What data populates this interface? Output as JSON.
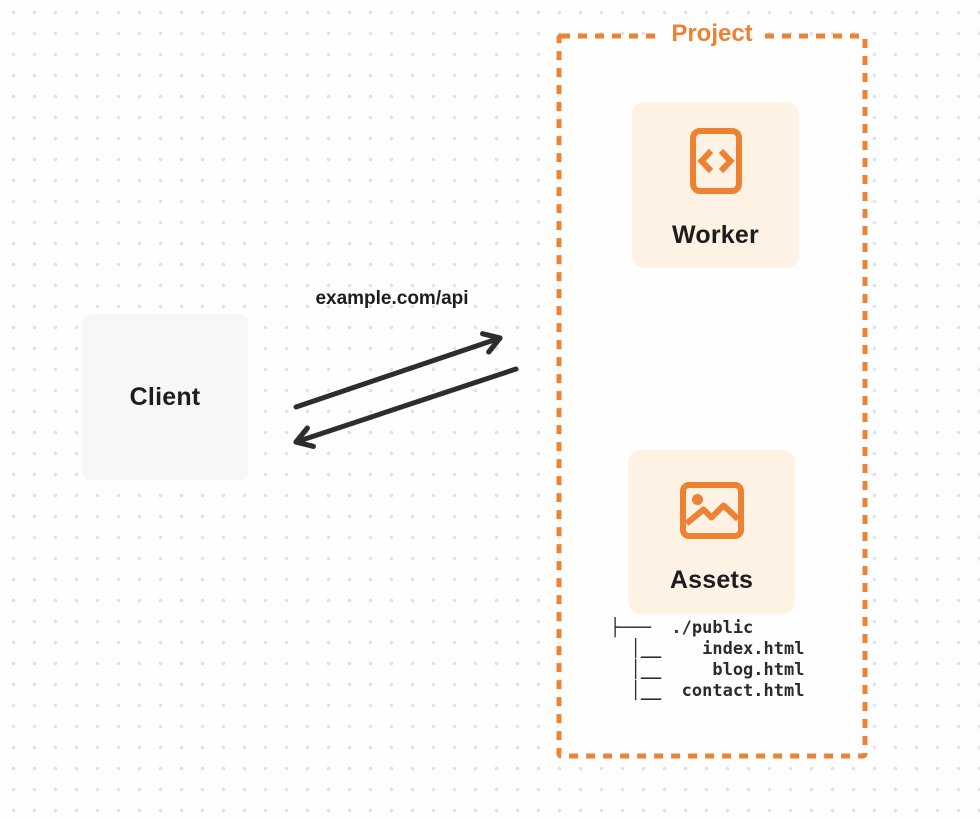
{
  "client": {
    "label": "Client"
  },
  "request": {
    "label": "example.com/api"
  },
  "project": {
    "label": "Project",
    "worker": {
      "label": "Worker",
      "icon": "code-file-icon"
    },
    "assets": {
      "label": "Assets",
      "icon": "image-icon"
    },
    "file_tree": {
      "root": "./public",
      "files": [
        "index.html",
        "blog.html",
        "contact.html"
      ],
      "lines": [
        "├───  ./public",
        "  │__    index.html",
        "  │__     blog.html",
        "  │__  contact.html"
      ]
    }
  },
  "colors": {
    "accent_orange": "#EE8233",
    "card_cream": "#FDF2E3",
    "client_gray": "#F7F7F9",
    "arrow_dark": "#2D2D2D",
    "text_dark": "#1D1D1F",
    "dot_grid": "#E2E2E6",
    "background": "#FEFEFE"
  }
}
